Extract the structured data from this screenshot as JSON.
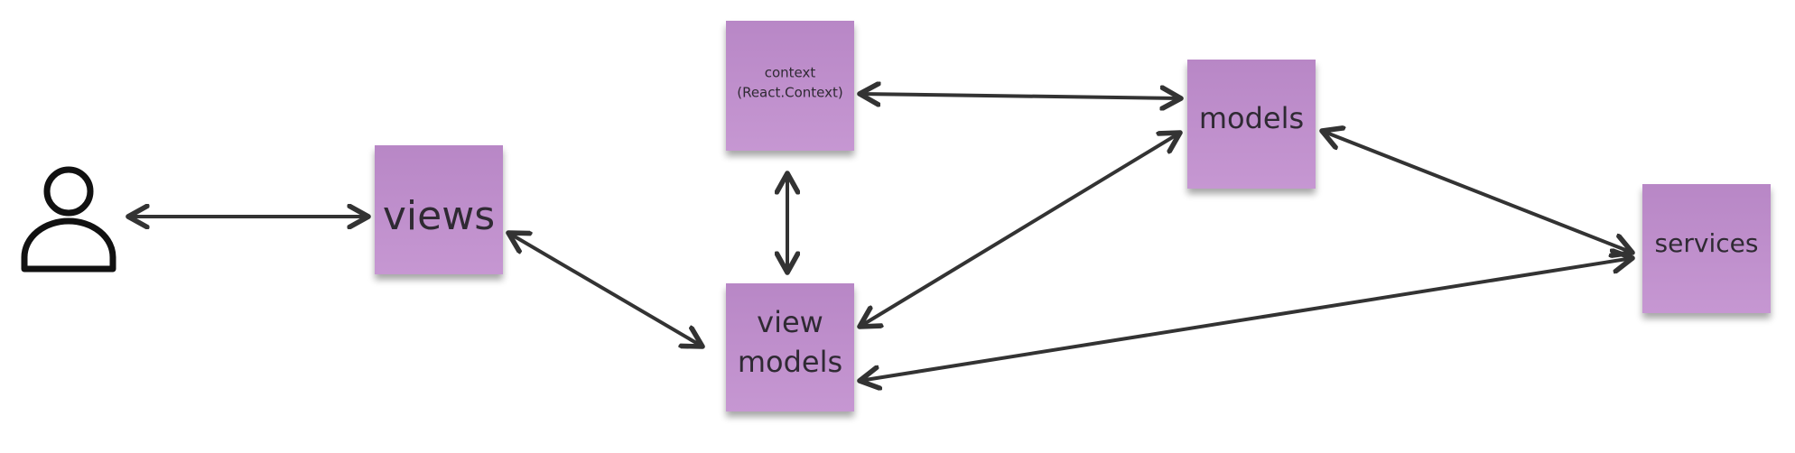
{
  "colors": {
    "sticky_fill_top": "#b887c6",
    "sticky_fill_bottom": "#c697d2",
    "arrow": "#333333",
    "user_icon": "#111111",
    "text": "#2f2a33"
  },
  "notes": {
    "views": {
      "label": "views"
    },
    "context": {
      "line1": "context",
      "line2": "(React.Context)"
    },
    "view_models": {
      "line1": "view",
      "line2": "models"
    },
    "models": {
      "label": "models"
    },
    "services": {
      "label": "services"
    }
  },
  "icons": {
    "user": "user-icon"
  },
  "connections": [
    {
      "from": "user",
      "to": "views",
      "direction": "both"
    },
    {
      "from": "views",
      "to": "view_models",
      "direction": "both"
    },
    {
      "from": "context",
      "to": "view_models",
      "direction": "both"
    },
    {
      "from": "context",
      "to": "models",
      "direction": "both"
    },
    {
      "from": "view_models",
      "to": "models",
      "direction": "both"
    },
    {
      "from": "models",
      "to": "services",
      "direction": "both"
    },
    {
      "from": "view_models",
      "to": "services",
      "direction": "both"
    }
  ]
}
